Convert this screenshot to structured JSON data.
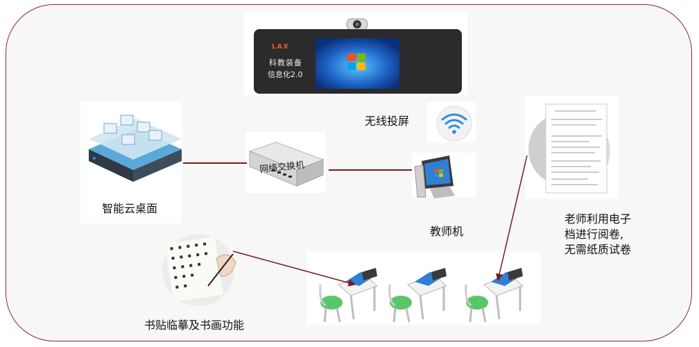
{
  "board": {
    "brand": "LAX",
    "line1": "科教装备",
    "line2": "信息化2.0"
  },
  "wireless": {
    "label": "无线投屏",
    "icon": "wifi-icon"
  },
  "cloud_desktop": {
    "label": "智能云桌面",
    "icon": "cloud-server-icon"
  },
  "switch": {
    "label": "网络交换机",
    "icon": "network-switch-icon"
  },
  "teacher_pc": {
    "label": "教师机",
    "icon": "monitor-icon"
  },
  "exam": {
    "lines": [
      "老师利用电子",
      "档进行阅卷,",
      "无需纸质试卷"
    ],
    "icon": "paper-stack-icon"
  },
  "calligraphy": {
    "label": "书贴临摹及书画功能",
    "icon": "calligraphy-hand-icon"
  },
  "student_desks": {
    "icon": "student-desk-icon"
  },
  "colors": {
    "frame": "#8a2a2a",
    "connector": "#7a1a1a",
    "screen_blue": "#1f63c6"
  }
}
